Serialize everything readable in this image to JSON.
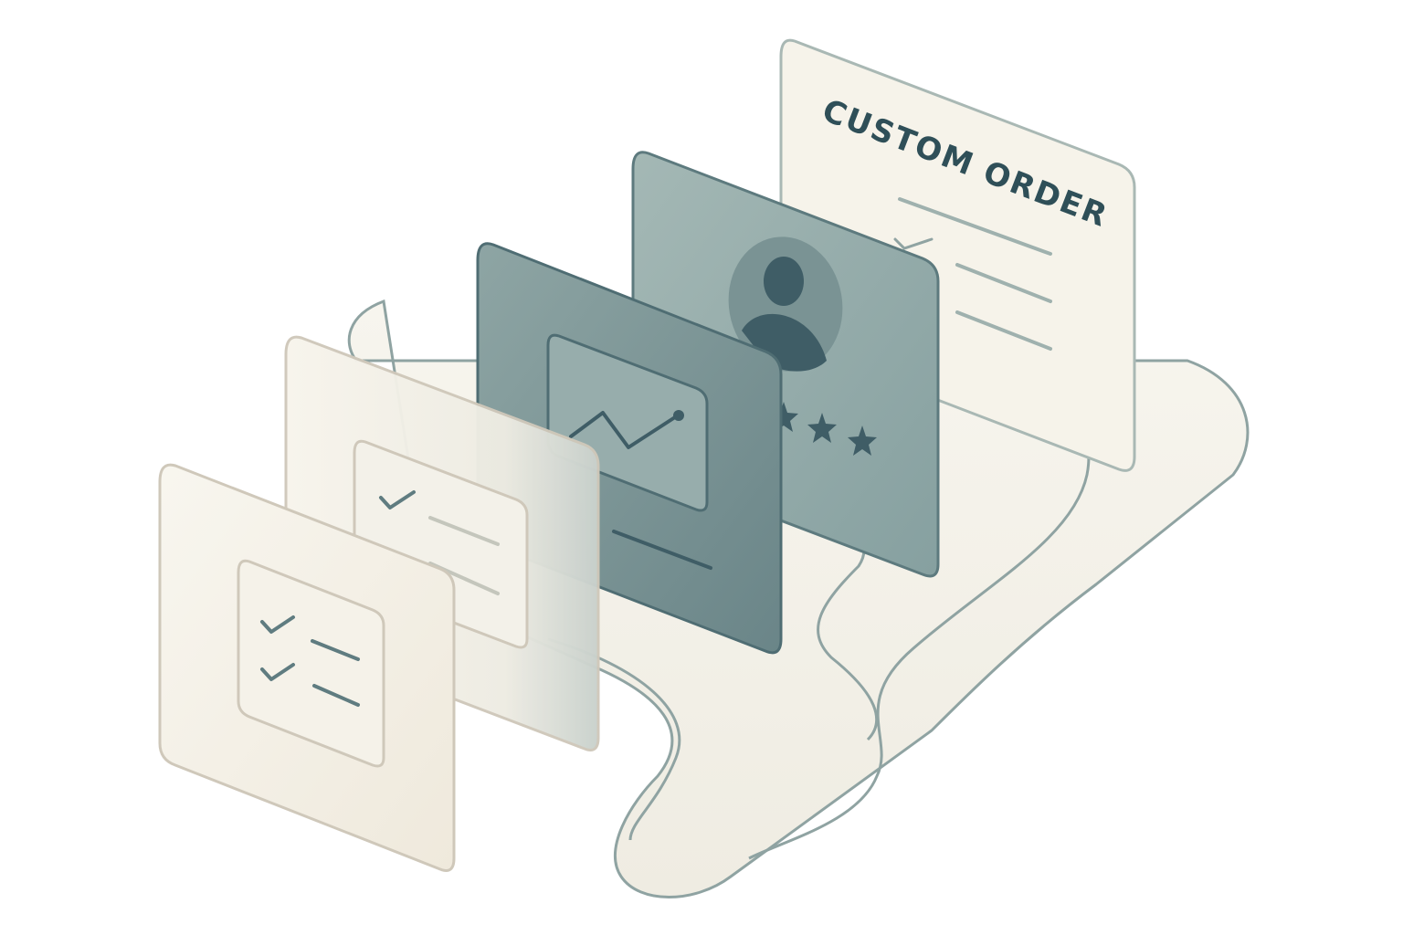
{
  "illustration": {
    "description": "Isometric stack of layered cards on a wavy path",
    "colors": {
      "background": "#ffffff",
      "cream": "#f6f3ea",
      "cream_border": "#cfc8ba",
      "sage_light": "#9fb3b1",
      "sage_mid": "#7f9898",
      "sage_dark": "#5f7c80",
      "ink": "#3f5d66",
      "path_stroke": "#8fa3a2"
    },
    "cards": [
      {
        "id": "checklist-card-front",
        "icon": "checklist-icon",
        "items": 2
      },
      {
        "id": "checklist-card-back",
        "icon": "check-icon",
        "items": 2
      },
      {
        "id": "chart-card",
        "icon": "line-chart-icon"
      },
      {
        "id": "profile-card",
        "icon": "user-avatar-icon",
        "rating_icon": "star-icon",
        "stars": 3
      },
      {
        "id": "order-card",
        "title": "CUSTOM ORDER",
        "lines": 3
      }
    ]
  },
  "order_card": {
    "title": "CUSTOM ORDER"
  }
}
